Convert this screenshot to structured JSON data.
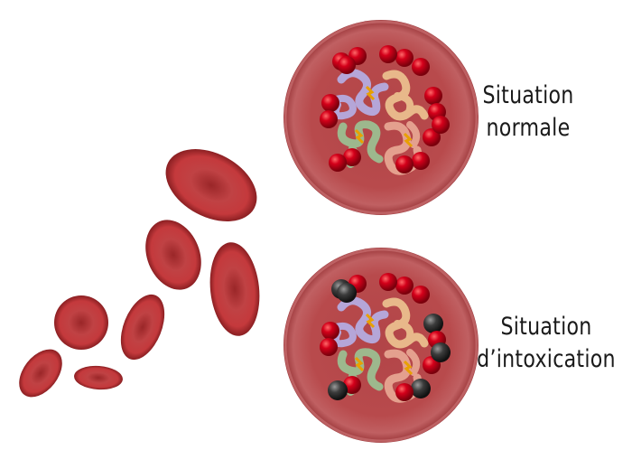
{
  "labels": {
    "normal": [
      "Situation",
      "normale"
    ],
    "intoxication": [
      "Situation",
      "d’intoxication"
    ]
  },
  "colors": {
    "cell_fill": "#b84a4c",
    "cell_edge": "#8e2c30",
    "oxygen": "#c8001a",
    "carbon_monoxide": "#3a3a3a",
    "hemoglobin_chains": [
      "#b5a6d8",
      "#e8b88a",
      "#9db88d",
      "#e4a08e"
    ]
  },
  "panels": [
    {
      "id": "normal",
      "bound": [
        "oxygen",
        "oxygen",
        "oxygen",
        "oxygen",
        "oxygen",
        "oxygen",
        "oxygen",
        "oxygen",
        "oxygen",
        "oxygen",
        "oxygen",
        "oxygen",
        "oxygen",
        "oxygen",
        "oxygen",
        "oxygen"
      ]
    },
    {
      "id": "intoxication",
      "bound": [
        "carbon_monoxide",
        "oxygen",
        "oxygen",
        "oxygen",
        "carbon_monoxide",
        "oxygen",
        "oxygen",
        "carbon_monoxide",
        "oxygen",
        "oxygen",
        "carbon_monoxide",
        "oxygen",
        "oxygen",
        "carbon_monoxide",
        "oxygen",
        "carbon_monoxide"
      ]
    }
  ]
}
